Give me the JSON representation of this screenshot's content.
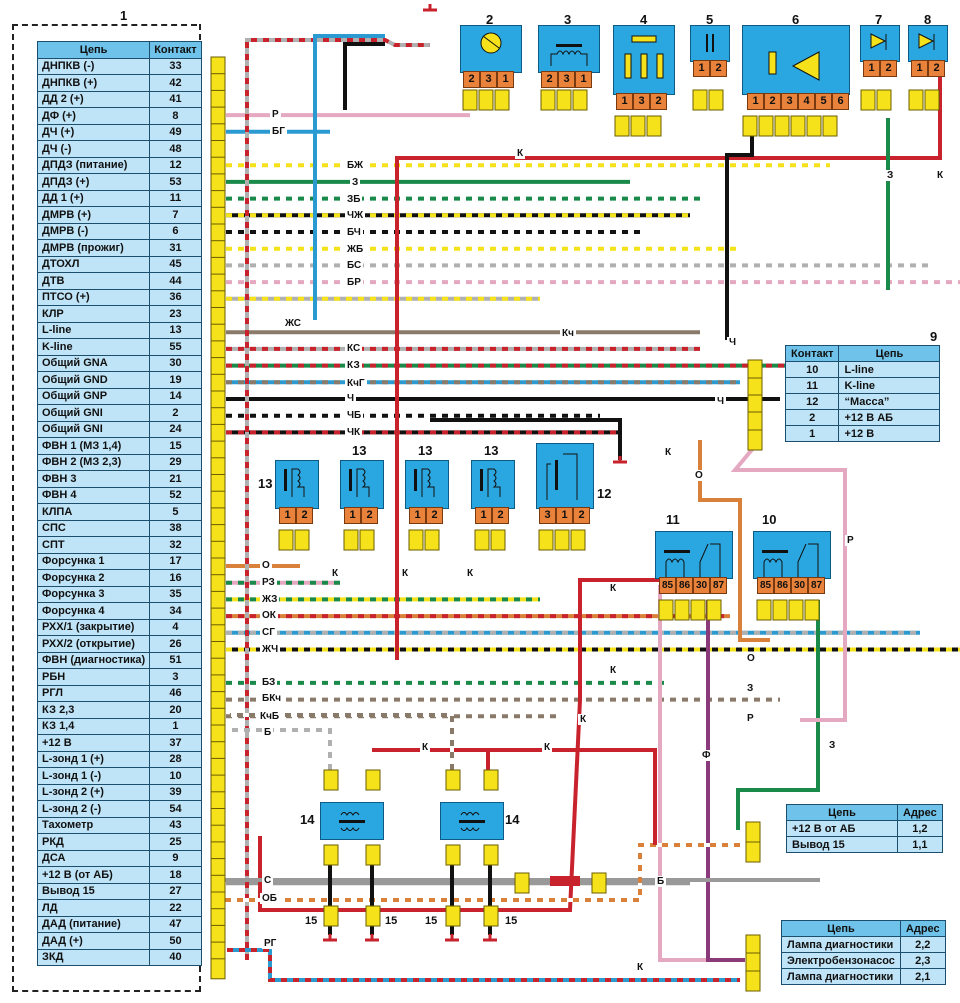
{
  "ecu": {
    "number": "1",
    "header": {
      "circuit": "Цепь",
      "contact": "Контакт"
    },
    "rows": [
      {
        "circuit": "ДНПКВ (-)",
        "contact": "33"
      },
      {
        "circuit": "ДНПКВ (+)",
        "contact": "42"
      },
      {
        "circuit": "ДД 2 (+)",
        "contact": "41"
      },
      {
        "circuit": "ДФ (+)",
        "contact": "8"
      },
      {
        "circuit": "ДЧ (+)",
        "contact": "49"
      },
      {
        "circuit": "ДЧ (-)",
        "contact": "48"
      },
      {
        "circuit": "ДПДЗ (питание)",
        "contact": "12"
      },
      {
        "circuit": "ДПДЗ (+)",
        "contact": "53"
      },
      {
        "circuit": "ДД 1 (+)",
        "contact": "11"
      },
      {
        "circuit": "ДМРВ (+)",
        "contact": "7"
      },
      {
        "circuit": "ДМРВ (-)",
        "contact": "6"
      },
      {
        "circuit": "ДМРВ (прожиг)",
        "contact": "31"
      },
      {
        "circuit": "ДТОХЛ",
        "contact": "45"
      },
      {
        "circuit": "ДТВ",
        "contact": "44"
      },
      {
        "circuit": "ПТСО (+)",
        "contact": "36"
      },
      {
        "circuit": "КЛР",
        "contact": "23"
      },
      {
        "circuit": "L-line",
        "contact": "13"
      },
      {
        "circuit": "K-line",
        "contact": "55"
      },
      {
        "circuit": "Общий GNA",
        "contact": "30"
      },
      {
        "circuit": "Общий GND",
        "contact": "19"
      },
      {
        "circuit": "Общий GNP",
        "contact": "14"
      },
      {
        "circuit": "Общий GNI",
        "contact": "2"
      },
      {
        "circuit": "Общий GNI",
        "contact": "24"
      },
      {
        "circuit": "ФВН 1 (МЗ 1,4)",
        "contact": "15"
      },
      {
        "circuit": "ФВН 2 (МЗ 2,3)",
        "contact": "29"
      },
      {
        "circuit": "ФВН 3",
        "contact": "21"
      },
      {
        "circuit": "ФВН 4",
        "contact": "52"
      },
      {
        "circuit": "КЛПА",
        "contact": "5"
      },
      {
        "circuit": "СПС",
        "contact": "38"
      },
      {
        "circuit": "СПТ",
        "contact": "32"
      },
      {
        "circuit": "Форсунка 1",
        "contact": "17"
      },
      {
        "circuit": "Форсунка 2",
        "contact": "16"
      },
      {
        "circuit": "Форсунка 3",
        "contact": "35"
      },
      {
        "circuit": "Форсунка 4",
        "contact": "34"
      },
      {
        "circuit": "РХХ/1 (закрытие)",
        "contact": "4"
      },
      {
        "circuit": "РХХ/2 (открытие)",
        "contact": "26"
      },
      {
        "circuit": "ФВН (диагностика)",
        "contact": "51"
      },
      {
        "circuit": "РБН",
        "contact": "3"
      },
      {
        "circuit": "РГЛ",
        "contact": "46"
      },
      {
        "circuit": "КЗ 2,3",
        "contact": "20"
      },
      {
        "circuit": "КЗ 1,4",
        "contact": "1"
      },
      {
        "circuit": "+12 В",
        "contact": "37"
      },
      {
        "circuit": "L-зонд 1 (+)",
        "contact": "28"
      },
      {
        "circuit": "L-зонд 1 (-)",
        "contact": "10"
      },
      {
        "circuit": "L-зонд 2 (+)",
        "contact": "39"
      },
      {
        "circuit": "L-зонд 2 (-)",
        "contact": "54"
      },
      {
        "circuit": "Тахометр",
        "contact": "43"
      },
      {
        "circuit": "РКД",
        "contact": "25"
      },
      {
        "circuit": "ДСА",
        "contact": "9"
      },
      {
        "circuit": "+12 В (от АБ)",
        "contact": "18"
      },
      {
        "circuit": "Вывод 15",
        "contact": "27"
      },
      {
        "circuit": "ЛД",
        "contact": "22"
      },
      {
        "circuit": "ДАД (питание)",
        "contact": "47"
      },
      {
        "circuit": "ДАД (+)",
        "contact": "50"
      },
      {
        "circuit": "ЗКД",
        "contact": "40"
      }
    ]
  },
  "components": {
    "c2": {
      "number": "2",
      "pins": [
        "2",
        "3",
        "1"
      ]
    },
    "c3": {
      "number": "3",
      "pins": [
        "2",
        "3",
        "1"
      ]
    },
    "c4": {
      "number": "4",
      "pins": [
        "1",
        "3",
        "2"
      ]
    },
    "c5": {
      "number": "5",
      "pins": [
        "1",
        "2"
      ]
    },
    "c6": {
      "number": "6",
      "pins": [
        "1",
        "2",
        "3",
        "4",
        "5",
        "6"
      ]
    },
    "c7": {
      "number": "7",
      "pins": [
        "1",
        "2"
      ]
    },
    "c8": {
      "number": "8",
      "pins": [
        "1",
        "2"
      ]
    },
    "c13a": {
      "number": "13",
      "pins": [
        "1",
        "2"
      ]
    },
    "c13b": {
      "number": "13",
      "pins": [
        "1",
        "2"
      ]
    },
    "c13c": {
      "number": "13",
      "pins": [
        "1",
        "2"
      ]
    },
    "c13d": {
      "number": "13",
      "pins": [
        "1",
        "2"
      ]
    },
    "c12": {
      "number": "12",
      "pins": [
        "3",
        "1",
        "2"
      ]
    },
    "c11": {
      "number": "11",
      "pins": [
        "85",
        "86",
        "30",
        "87"
      ]
    },
    "c10": {
      "number": "10",
      "pins": [
        "85",
        "86",
        "30",
        "87"
      ]
    },
    "c14a": {
      "number": "14"
    },
    "c14b": {
      "number": "14"
    },
    "c15": {
      "number": "15"
    }
  },
  "diag_connector": {
    "number": "9",
    "header": {
      "contact": "Контакт",
      "circuit": "Цепь"
    },
    "rows": [
      {
        "contact": "10",
        "circuit": "L-line"
      },
      {
        "contact": "11",
        "circuit": "K-line"
      },
      {
        "contact": "12",
        "circuit": "“Масса”"
      },
      {
        "contact": "2",
        "circuit": "+12 В АБ"
      },
      {
        "contact": "1",
        "circuit": "+12 В"
      }
    ]
  },
  "power_connector": {
    "header": {
      "circuit": "Цепь",
      "address": "Адрес"
    },
    "rows": [
      {
        "circuit": "+12 В от АБ",
        "address": "1,2"
      },
      {
        "circuit": "Вывод 15",
        "address": "1,1"
      }
    ]
  },
  "dash_connector": {
    "header": {
      "circuit": "Цепь",
      "address": "Адрес"
    },
    "rows": [
      {
        "circuit": "Лампа диагностики",
        "address": "2,2"
      },
      {
        "circuit": "Электробензонасос",
        "address": "2,3"
      },
      {
        "circuit": "Лампа диагностики",
        "address": "2,1"
      }
    ]
  },
  "wire_labels": {
    "r": "Р",
    "bg": "БГ",
    "bzh": "БЖ",
    "z": "З",
    "zb": "ЗБ",
    "chzh": "ЧЖ",
    "bch": "БЧ",
    "zhb": "ЖБ",
    "bs": "БС",
    "br": "БР",
    "zhs": "ЖС",
    "kch": "Кч",
    "ks": "КС",
    "kz": "КЗ",
    "kchg": "КчГ",
    "ch": "Ч",
    "chb": "ЧБ",
    "chk": "ЧК",
    "k": "К",
    "o": "О",
    "rz": "РЗ",
    "zhz": "ЖЗ",
    "ok": "ОК",
    "sg": "СГ",
    "zhch": "ЖЧ",
    "bz": "БЗ",
    "bkch": "БКч",
    "kchb": "КчБ",
    "b": "Б",
    "s": "С",
    "ob": "ОБ",
    "rg": "РГ",
    "f": "Ф"
  },
  "colors": {
    "component": "#2aa6e0",
    "pin": "#e9823a",
    "plug": "#f5e21a",
    "table": "#bfe4f7",
    "table_header": "#6fc3ea",
    "red": "#c8232c",
    "green": "#1a8a4a",
    "blue": "#2a9ad0",
    "black": "#111111",
    "orange": "#d9803a",
    "pink": "#e4a8c0",
    "brown": "#8a7a6a",
    "violet": "#8a3a7a"
  }
}
